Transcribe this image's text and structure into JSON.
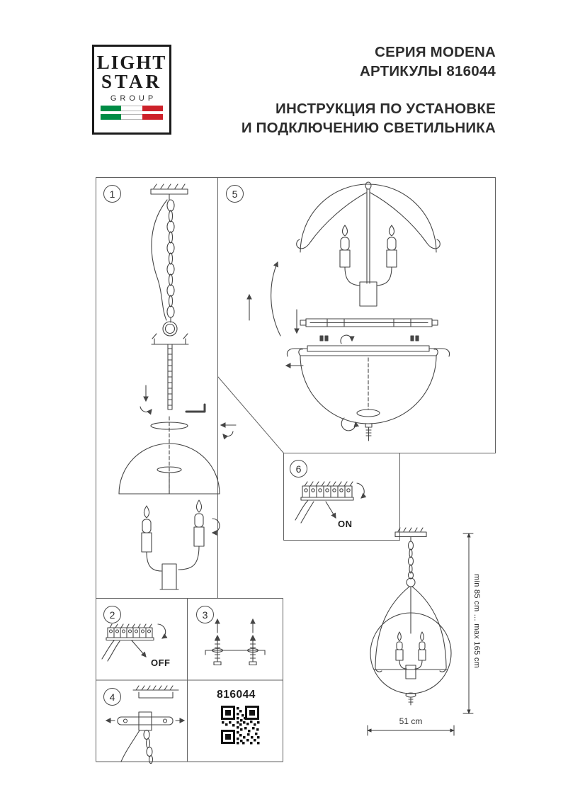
{
  "header": {
    "logo": {
      "line1": "LIGHT",
      "line2": "STAR",
      "line3": "GROUP"
    },
    "series_title": "СЕРИЯ MODENA",
    "articles_title": "АРТИКУЛЫ 816044",
    "instruction_line1": "ИНСТРУКЦИЯ ПО УСТАНОВКЕ",
    "instruction_line2": "И ПОДКЛЮЧЕНИЮ СВЕТИЛЬНИКА"
  },
  "steps": {
    "step1": "1",
    "step2": "2",
    "step3": "3",
    "step4": "4",
    "step5": "5",
    "step6": "6",
    "on_label": "ON",
    "off_label": "OFF"
  },
  "product": {
    "article_code": "816044",
    "height_range": "min 85 cm ... max 165 cm",
    "width": "51 cm"
  },
  "icons": {
    "qr": "qr-code",
    "flag": "italy-flag"
  },
  "colors": {
    "line": "#454545",
    "text": "#2b2b2b",
    "flag_green": "#008c45",
    "flag_red": "#cd212a"
  }
}
